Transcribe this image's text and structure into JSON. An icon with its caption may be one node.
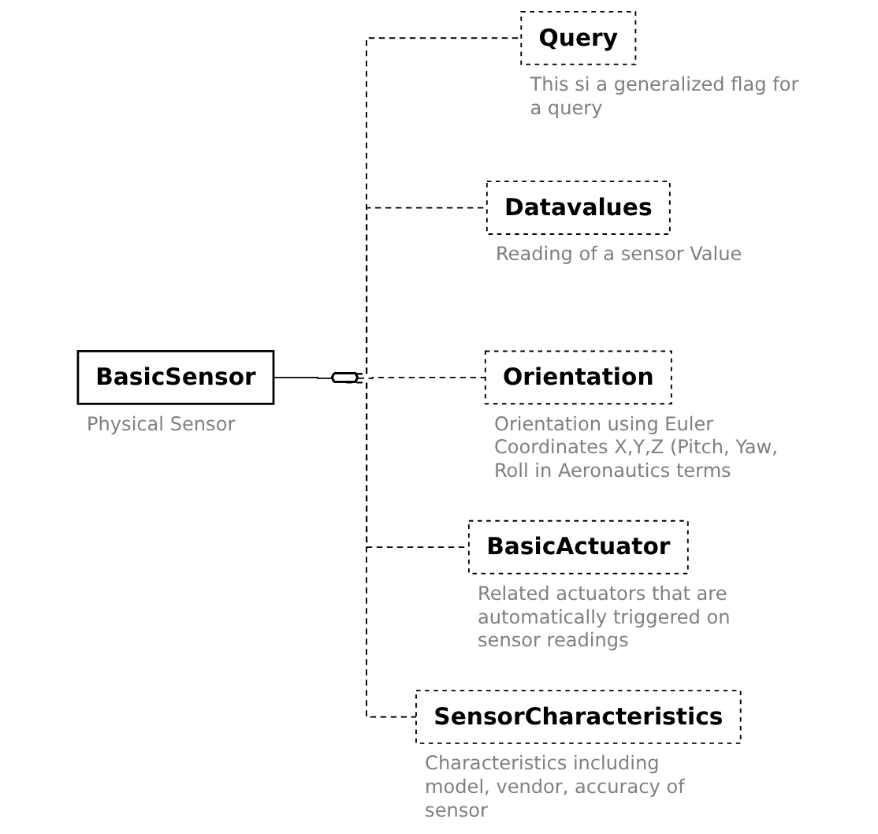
{
  "diagram": {
    "nodes": [
      {
        "text": [
          "BasicSensor"
        ],
        "beside": [
          "Physical Sensor"
        ]
      },
      {
        "text": [],
        "shape": "hexagon"
      },
      {
        "text": [
          "Query"
        ],
        "beside": [
          "This si a generalized flag for a query"
        ]
      },
      {
        "text": [
          "Datavalues"
        ],
        "beside": [
          "Reading of a sensor Value"
        ]
      },
      {
        "text": [
          "Orientation"
        ],
        "beside": [
          "Orientation using Euler Coordinates X,Y,Z (Pitch, Yaw, Roll in Aeronautics terms"
        ]
      },
      {
        "text": [
          "BasicActuator"
        ],
        "beside": [
          "Related actuators that are automatically triggered on sensor readings"
        ]
      },
      {
        "text": [
          "SensorCharacteristics"
        ],
        "beside": [
          "Characteristics including model, vendor, accuracy of sensor"
        ]
      }
    ],
    "edges": [
      {
        "from": 0,
        "to": 1,
        "arrow": "none"
      },
      {
        "from": 1,
        "to": 2,
        "arrow": "none",
        "style": "dashed"
      },
      {
        "from": 1,
        "to": 3,
        "arrow": "none",
        "style": "dashed"
      },
      {
        "from": 1,
        "to": 4,
        "arrow": "none",
        "style": "dashed"
      },
      {
        "from": 1,
        "to": 5,
        "arrow": "none",
        "style": "dashed"
      },
      {
        "from": 1,
        "to": 6,
        "arrow": "none",
        "style": "dashed"
      }
    ]
  }
}
